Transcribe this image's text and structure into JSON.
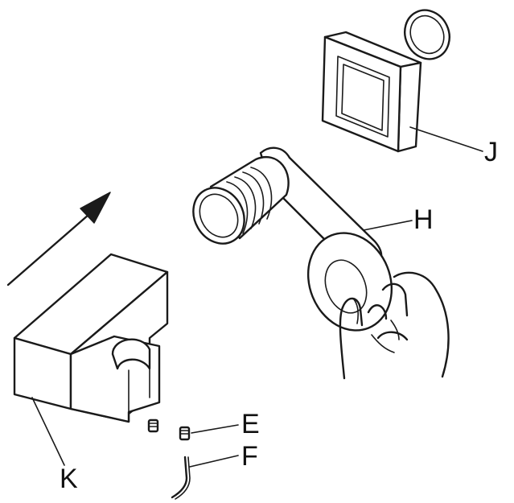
{
  "diagram": {
    "labels": {
      "E": "E",
      "F": "F",
      "H": "H",
      "J": "J",
      "K": "K"
    },
    "parts": [
      {
        "id": "J",
        "depicts": "square-frame-and-ring"
      },
      {
        "id": "H",
        "depicts": "shower-head-handle"
      },
      {
        "id": "K",
        "depicts": "holder-bracket"
      },
      {
        "id": "E",
        "depicts": "set-screw"
      },
      {
        "id": "F",
        "depicts": "allen-key"
      }
    ]
  }
}
